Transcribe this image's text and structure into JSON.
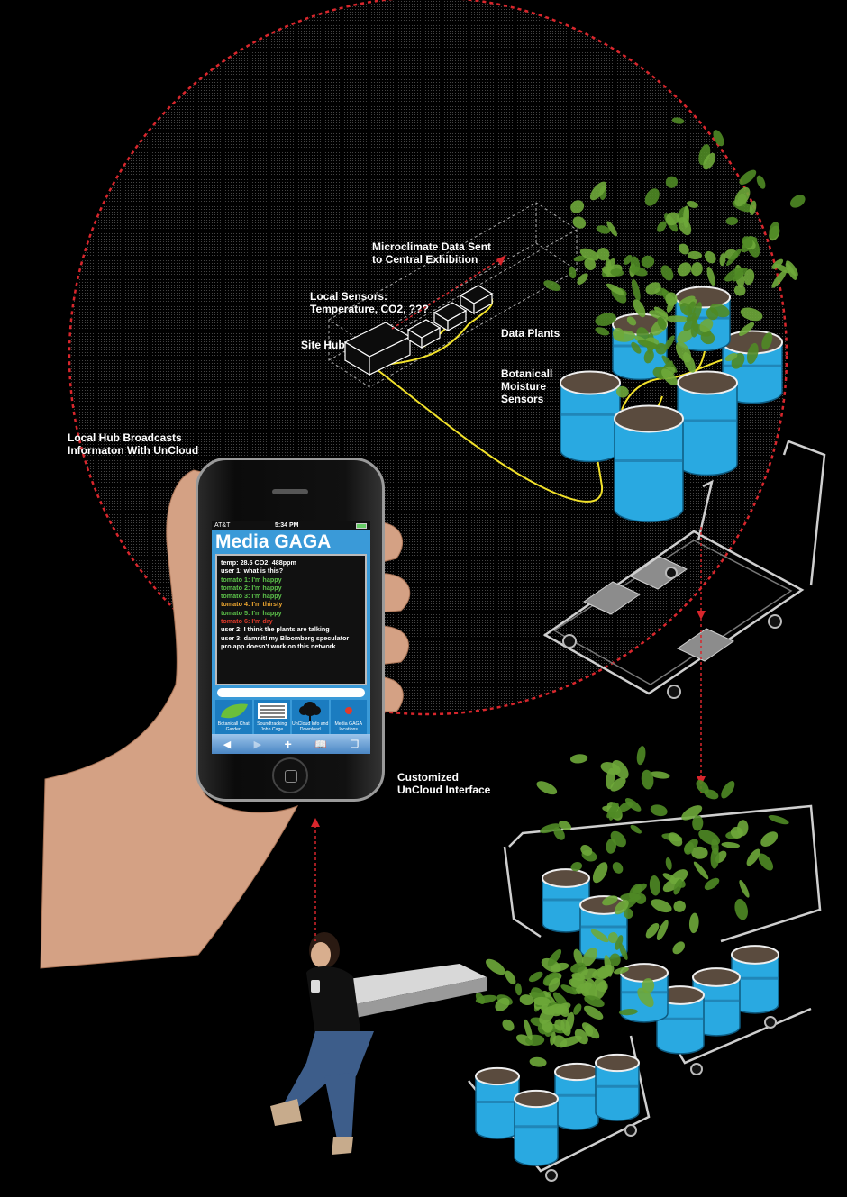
{
  "labels": {
    "microclimate": "Microclimate Data Sent\nto Central Exhibition",
    "local_sensors": "Local Sensors:\nTemperature, CO2, ???",
    "site_hub": "Site Hub",
    "data_plants": "Data Plants",
    "moisture": "Botanicall\nMoisture\nSensors",
    "broadcast": "Local Hub Broadcasts\nInformaton With UnCloud",
    "customized": "Customized\nUnCloud  Interface"
  },
  "phone": {
    "carrier": "AT&T",
    "time": "5:34 PM",
    "app_title": "Media GAGA",
    "messages": [
      {
        "text": "temp: 28.5 CO2: 488ppm",
        "tone": "white"
      },
      {
        "text": "user 1: what is this?",
        "tone": "white"
      },
      {
        "text": "tomato 1: I'm happy",
        "tone": "green"
      },
      {
        "text": "tomato 2: I'm happy",
        "tone": "green"
      },
      {
        "text": "tomato 3: I'm happy",
        "tone": "green"
      },
      {
        "text": "tomato 4: I'm thirsty",
        "tone": "orange"
      },
      {
        "text": "tomato 5: I'm happy",
        "tone": "green"
      },
      {
        "text": "tomato 6: I'm dry",
        "tone": "red"
      },
      {
        "text": "user 2: I think the plants are talking",
        "tone": "white"
      },
      {
        "text": "user 3: damnit! my Bloomberg speculator",
        "tone": "white"
      },
      {
        "text": "pro app doesn't work on this network",
        "tone": "white"
      }
    ],
    "tiles": [
      {
        "label": "Botanicall Chat Garden",
        "icon": "leaf-icon"
      },
      {
        "label": "Soundtracking John Cage",
        "icon": "staff-icon"
      },
      {
        "label": "UnCloud Info and Download",
        "icon": "tree-icon"
      },
      {
        "label": "Media GAGA locations",
        "icon": "location-dot-icon"
      }
    ],
    "nav_icons": [
      "back-arrow-icon",
      "forward-arrow-icon",
      "add-icon",
      "bookmarks-icon",
      "pages-icon"
    ]
  },
  "colors": {
    "pot": "#29a9e1",
    "wire": "#f2e22a",
    "dashed": "#d8262c",
    "app_blue": "#3a9ad8",
    "screen_bg": "#000000"
  }
}
